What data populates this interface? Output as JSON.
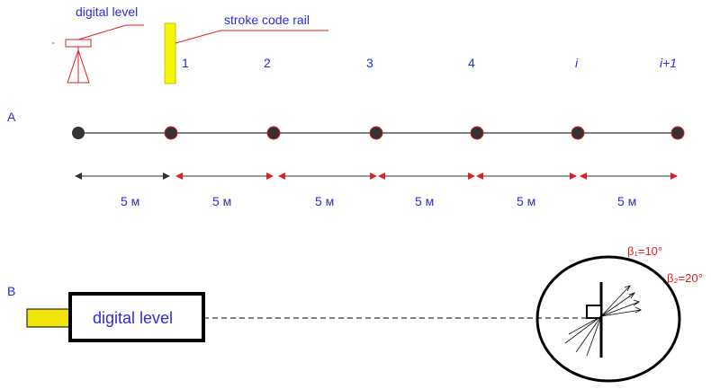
{
  "colors": {
    "label_blue": "#2b2bd9",
    "leader_red": "#e02020",
    "rail_yellow": "#f5f50a",
    "eyepiece_yellow": "#f0e40a",
    "point_fill": "#333333",
    "line_black": "#000000"
  },
  "section_a": {
    "label": "A",
    "instrument_label": "digital level",
    "rail_label": "stroke code rail",
    "stations": [
      {
        "label": "1",
        "italic": false
      },
      {
        "label": "2",
        "italic": false
      },
      {
        "label": "3",
        "italic": false
      },
      {
        "label": "4",
        "italic": false
      },
      {
        "label": "i",
        "italic": true
      },
      {
        "label": "i+1",
        "italic": true
      }
    ],
    "segments": [
      {
        "label": "5 м"
      },
      {
        "label": "5 м"
      },
      {
        "label": "5 м"
      },
      {
        "label": "5 м"
      },
      {
        "label": "5 м"
      },
      {
        "label": "5 м"
      }
    ]
  },
  "section_b": {
    "label": "B",
    "instrument_label": "digital level",
    "angle_1": "β₁=10°",
    "angle_2": "β₂=20°"
  }
}
